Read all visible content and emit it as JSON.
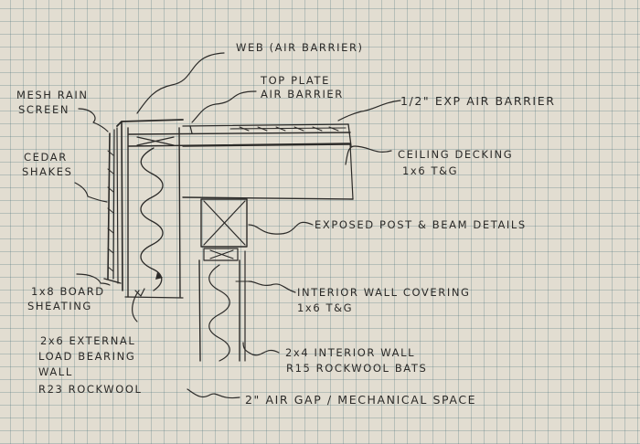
{
  "labels": {
    "web": "WEB (AIR BARRIER)",
    "top_plate_1": "TOP PLATE",
    "top_plate_2": "AIR BARRIER",
    "exp_air_barrier": "1/2\" EXP AIR BARRIER",
    "mesh_1": "MESH RAIN",
    "mesh_2": "SCREEN",
    "cedar_1": "CEDAR",
    "cedar_2": "SHAKES",
    "ceiling_1": "CEILING DECKING",
    "ceiling_2": "1x6 T&G",
    "exposed": "EXPOSED POST & BEAM DETAILS",
    "interior_cov_1": "INTERIOR WALL COVERING",
    "interior_cov_2": "1x6 T&G",
    "board_1": "1x8 BOARD",
    "board_2": "SHEATING",
    "ext_1": "2x6 EXTERNAL",
    "ext_2": "LOAD BEARING",
    "ext_3": "WALL",
    "ext_4": "R23 ROCKWOOL",
    "int_wall_1": "2x4 INTERIOR WALL",
    "int_wall_2": "R15 ROCKWOOL BATS",
    "air_gap": "2\" AIR GAP / MECHANICAL SPACE"
  }
}
